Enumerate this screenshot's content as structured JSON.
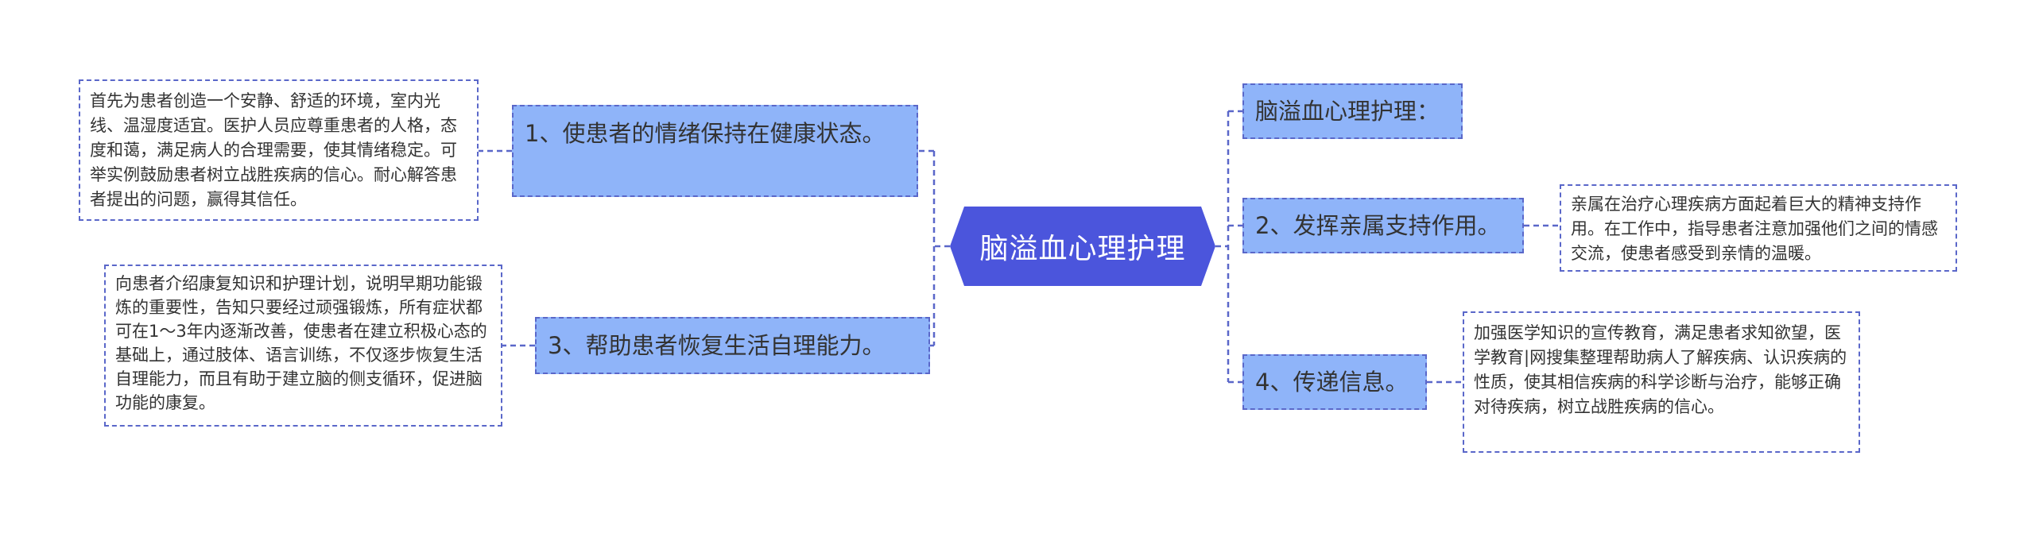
{
  "colors": {
    "central_fill": "#4b55dc",
    "branch_fill": "#8fb4f9",
    "border": "#5a67c9",
    "text": "#333333"
  },
  "central": {
    "label": "脑溢血心理护理"
  },
  "left_branches": [
    {
      "label": "1、使患者的情绪保持在健康状态。",
      "detail": "首先为患者创造一个安静、舒适的环境，室内光线、温湿度适宜。医护人员应尊重患者的人格，态度和蔼，满足病人的合理需要，使其情绪稳定。可举实例鼓励患者树立战胜疾病的信心。耐心解答患者提出的问题，赢得其信任。"
    },
    {
      "label": "3、帮助患者恢复生活自理能力。",
      "detail": "向患者介绍康复知识和护理计划，说明早期功能锻炼的重要性，告知只要经过顽强锻炼，所有症状都可在1～3年内逐渐改善，使患者在建立积极心态的基础上，通过肢体、语言训练，不仅逐步恢复生活自理能力，而且有助于建立脑的侧支循环，促进脑功能的康复。"
    }
  ],
  "right_branches": [
    {
      "label": "脑溢血心理护理："
    },
    {
      "label": "2、发挥亲属支持作用。",
      "detail": "亲属在治疗心理疾病方面起着巨大的精神支持作用。在工作中，指导患者注意加强他们之间的情感交流，使患者感受到亲情的温暖。"
    },
    {
      "label": "4、传递信息。",
      "detail": "加强医学知识的宣传教育，满足患者求知欲望，医学教育|网搜集整理帮助病人了解疾病、认识疾病的性质，使其相信疾病的科学诊断与治疗，能够正确对待疾病，树立战胜疾病的信心。"
    }
  ]
}
